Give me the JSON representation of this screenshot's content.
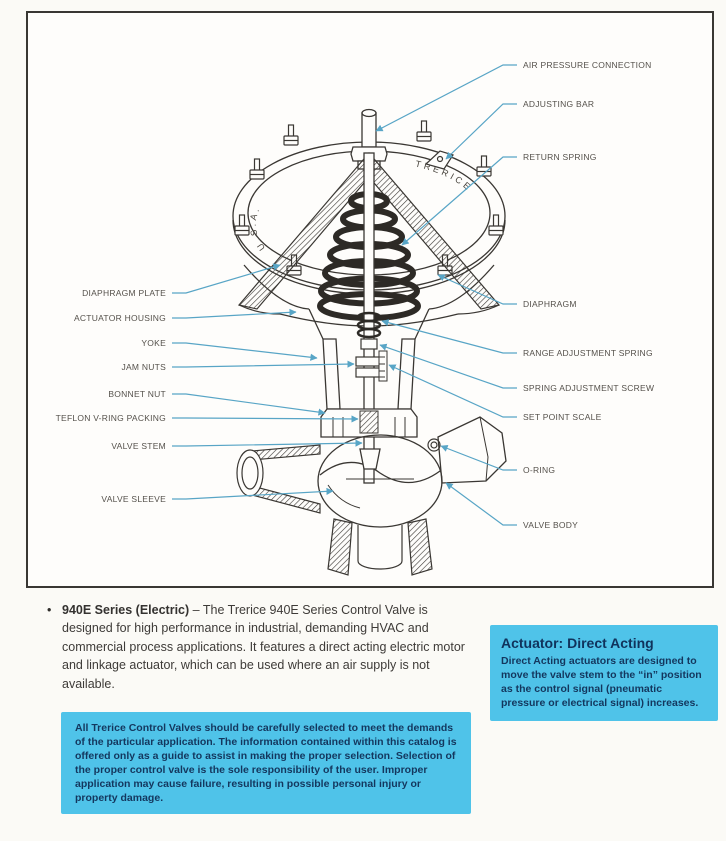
{
  "colors": {
    "panel_border": "#393733",
    "leader_blue": "#58a5c6",
    "accent_cyan": "#4fc3e9",
    "navy_text": "#14375e",
    "label_gray": "#55514b",
    "line_art": "#3a3733"
  },
  "diagram": {
    "stamp_left": "U.S.A.",
    "stamp_right": "TRERICE",
    "labels": [
      {
        "id": "diaphragm-plate",
        "text": "DIAPHRAGM PLATE"
      },
      {
        "id": "actuator-housing",
        "text": "ACTUATOR HOUSING"
      },
      {
        "id": "yoke",
        "text": "YOKE"
      },
      {
        "id": "jam-nuts",
        "text": "JAM NUTS"
      },
      {
        "id": "bonnet-nut",
        "text": "BONNET NUT"
      },
      {
        "id": "teflon-v-ring-packing",
        "text": "TEFLON V-RING PACKING"
      },
      {
        "id": "valve-stem",
        "text": "VALVE STEM"
      },
      {
        "id": "valve-sleeve",
        "text": "VALVE SLEEVE"
      },
      {
        "id": "air-pressure-connection",
        "text": "AIR PRESSURE CONNECTION"
      },
      {
        "id": "adjusting-bar",
        "text": "ADJUSTING BAR"
      },
      {
        "id": "return-spring",
        "text": "RETURN SPRING"
      },
      {
        "id": "diaphragm",
        "text": "DIAPHRAGM"
      },
      {
        "id": "range-adjustment-spring",
        "text": "RANGE ADJUSTMENT SPRING"
      },
      {
        "id": "spring-adjustment-screw",
        "text": "SPRING ADJUSTMENT SCREW"
      },
      {
        "id": "set-point-scale",
        "text": "SET POINT SCALE"
      },
      {
        "id": "o-ring",
        "text": "O-RING"
      },
      {
        "id": "valve-body",
        "text": "VALVE BODY"
      }
    ]
  },
  "paragraph": {
    "bullet": "•",
    "title": "940E Series (Electric)",
    "body": "– The Trerice 940E Series Control Valve is designed for high performance in industrial, demanding HVAC and commercial process applications. It features a direct acting electric motor and linkage actuator, which can be used where an air supply is not available."
  },
  "actuator_box": {
    "title": "Actuator: Direct Acting",
    "body": "Direct Acting actuators are designed to move the valve stem to the “in” position as the control signal (pneumatic pressure or electrical signal) increases."
  },
  "disclaimer_box": {
    "body": "All Trerice Control Valves should be carefully selected to meet the demands of the particular application. The information contained within this catalog is offered only as a guide to assist in making the proper selection. Selection of the proper control valve is the sole responsibility of the user. Improper application may cause failure, resulting in possible personal injury or property damage."
  }
}
